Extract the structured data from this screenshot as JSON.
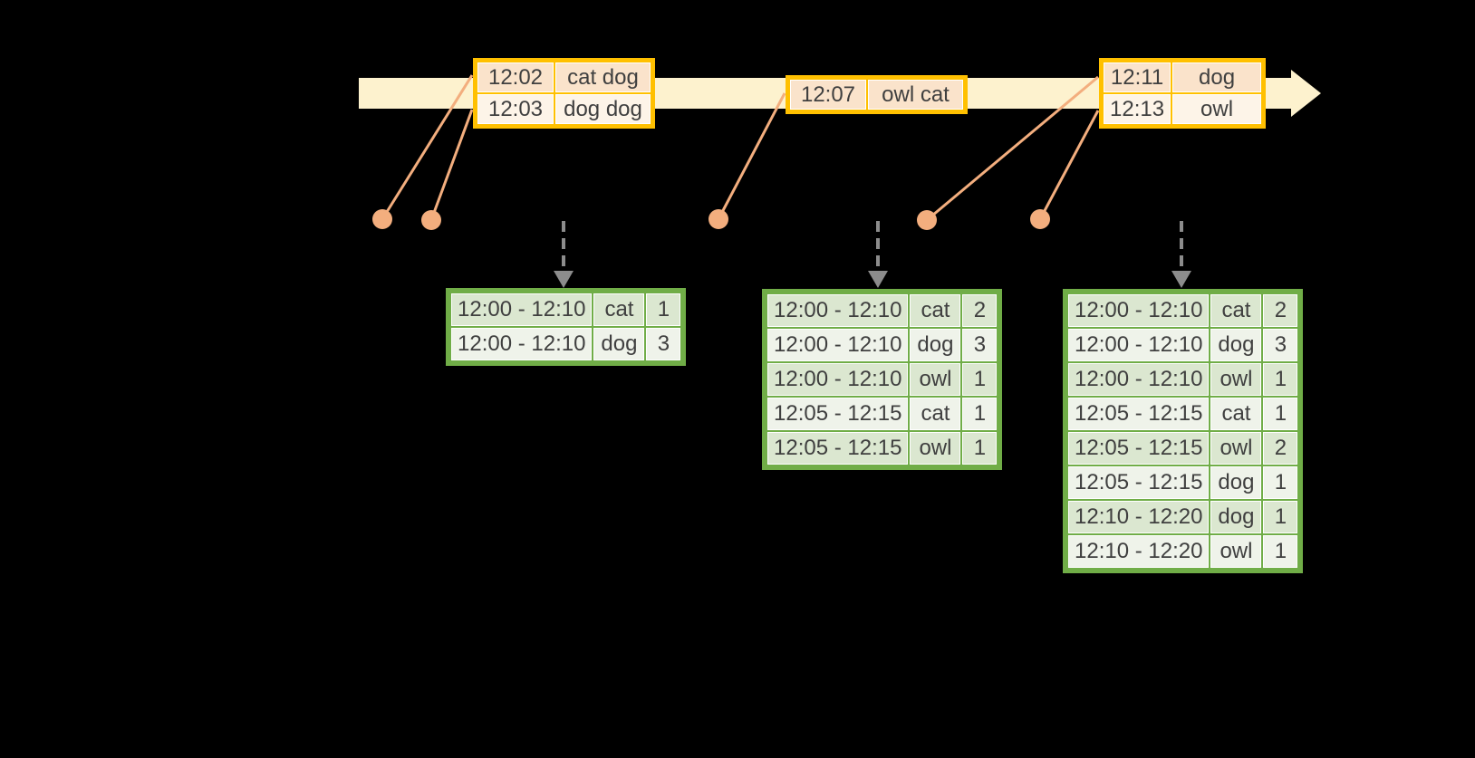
{
  "colors": {
    "canvas-bg": "#000000",
    "timeline-fill": "#FDF2CE",
    "event-border": "#FFC000",
    "event-row-dark": "#FAE3CB",
    "event-row-light": "#FDF4E8",
    "result-border": "#70AD47",
    "result-row-dark": "#DBE7D0",
    "result-row-light": "#EFF3EA",
    "connector": "#F3AE7E",
    "trigger-arrow": "#8C8C8C",
    "cell-text": "#3F3F3F",
    "cell-border": "#FFFFFF"
  },
  "event_tables": [
    {
      "rows": [
        [
          "12:02",
          "cat dog"
        ],
        [
          "12:03",
          "dog dog"
        ]
      ]
    },
    {
      "rows": [
        [
          "12:07",
          "owl cat"
        ]
      ]
    },
    {
      "rows": [
        [
          "12:11",
          "dog"
        ],
        [
          "12:13",
          "owl"
        ]
      ]
    }
  ],
  "result_tables": [
    {
      "rows": [
        [
          "12:00 - 12:10",
          "cat",
          "1"
        ],
        [
          "12:00 - 12:10",
          "dog",
          "3"
        ]
      ]
    },
    {
      "rows": [
        [
          "12:00 - 12:10",
          "cat",
          "2"
        ],
        [
          "12:00 - 12:10",
          "dog",
          "3"
        ],
        [
          "12:00 - 12:10",
          "owl",
          "1"
        ],
        [
          "12:05 - 12:15",
          "cat",
          "1"
        ],
        [
          "12:05 - 12:15",
          "owl",
          "1"
        ]
      ]
    },
    {
      "rows": [
        [
          "12:00 - 12:10",
          "cat",
          "2"
        ],
        [
          "12:00 - 12:10",
          "dog",
          "3"
        ],
        [
          "12:00 - 12:10",
          "owl",
          "1"
        ],
        [
          "12:05 - 12:15",
          "cat",
          "1"
        ],
        [
          "12:05 - 12:15",
          "owl",
          "2"
        ],
        [
          "12:05 - 12:15",
          "dog",
          "1"
        ],
        [
          "12:10 - 12:20",
          "dog",
          "1"
        ],
        [
          "12:10 - 12:20",
          "owl",
          "1"
        ]
      ]
    }
  ]
}
